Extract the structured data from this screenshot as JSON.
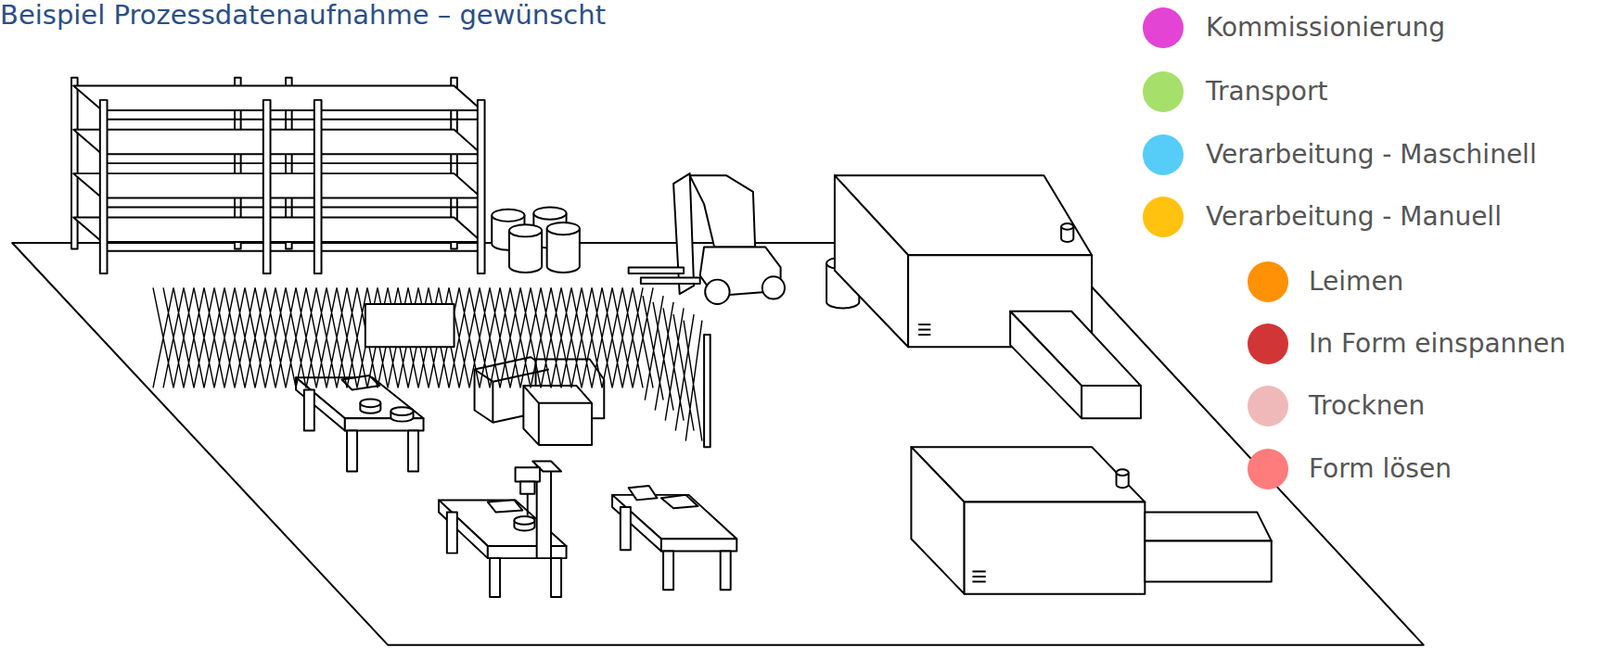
{
  "diagram": {
    "title": "Beispiel Prozessdatenaufnahme – gewünscht",
    "legend": [
      {
        "text": "Kommissionierung",
        "color": "#e444d4"
      },
      {
        "text": "Transport",
        "color": "#a6e06a"
      },
      {
        "text": "Verarbeitung - Maschinell",
        "color": "#56ccf8"
      },
      {
        "text": "Verarbeitung - Manuell",
        "color": "#ffc20e"
      },
      {
        "text": "Leimen",
        "color": "#ff9106"
      },
      {
        "text": "In Form einspannen",
        "color": "#d23535"
      },
      {
        "text": "Trocknen",
        "color": "#f0b9b9"
      },
      {
        "text": "Form lösen",
        "color": "#ff7c7c"
      }
    ]
  }
}
